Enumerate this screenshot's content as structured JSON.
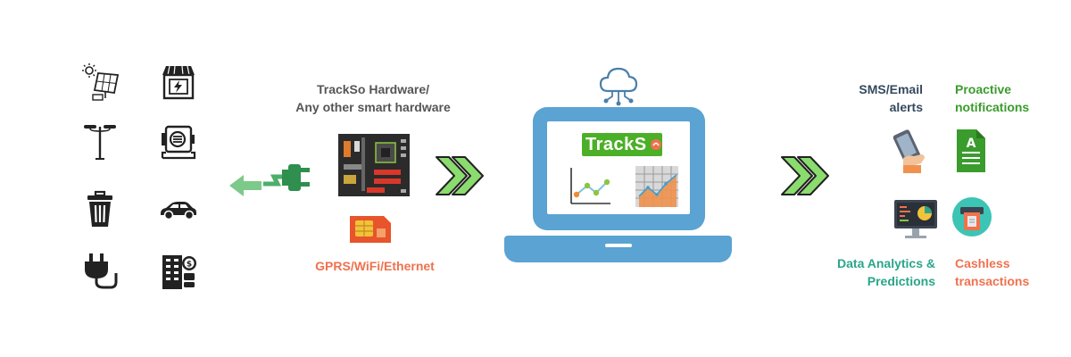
{
  "hardware": {
    "title_line1": "TrackSo Hardware/",
    "title_line2": "Any other smart hardware",
    "connectivity_label": "GPRS/WiFi/Ethernet"
  },
  "cloud_app": {
    "logo_text": "TrackS"
  },
  "outputs": {
    "sms_line1": "SMS/Email",
    "sms_line2": "alerts",
    "proactive_line1": "Proactive",
    "proactive_line2": "notifications",
    "analytics_line1": "Data Analytics &",
    "analytics_line2": "Predictions",
    "cashless_line1": "Cashless",
    "cashless_line2": "transactions"
  },
  "devices": [
    "solar-panel-icon",
    "ev-charging-station-icon",
    "street-light-icon",
    "generator-icon",
    "waste-bin-icon",
    "car-icon",
    "plug-icon",
    "smart-meter-icon"
  ],
  "colors": {
    "laptop_blue": "#5aa3d2",
    "arrow_green": "#8bdc6e",
    "sms_label": "#34495e",
    "proactive_label": "#3a9c2c",
    "analytics_label": "#2aa58a",
    "cashless_label": "#f0714e",
    "connectivity_label": "#f0714e",
    "logo_green": "#4caf28"
  }
}
